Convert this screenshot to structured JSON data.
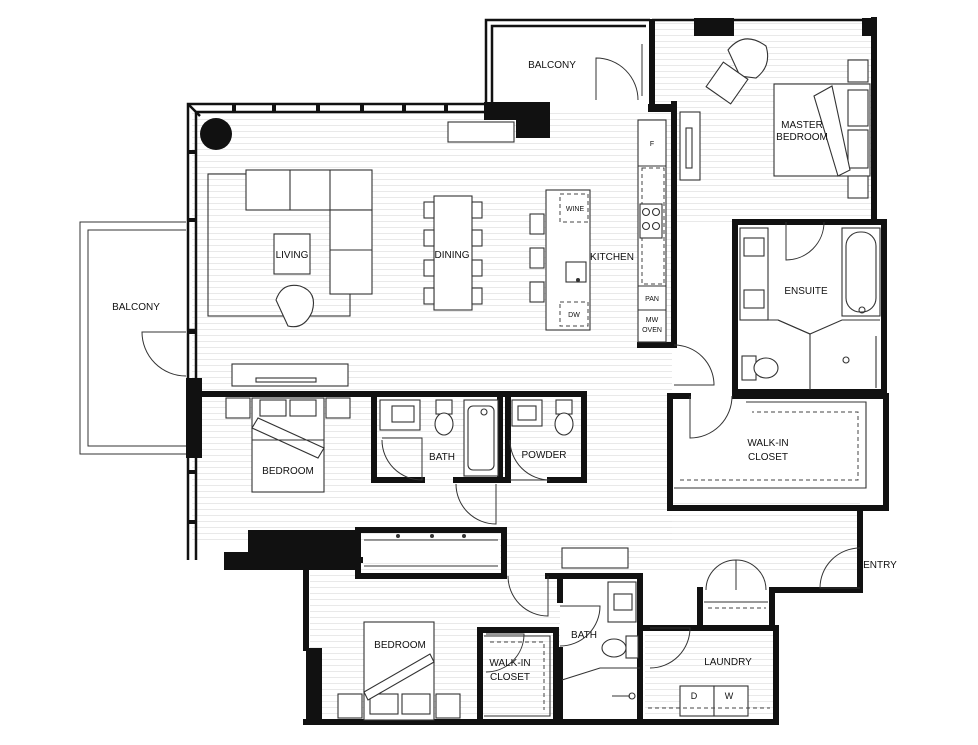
{
  "rooms": {
    "balcony_top": "BALCONY",
    "balcony_left": "BALCONY",
    "master_bedroom": [
      "MASTER",
      "BEDROOM"
    ],
    "ensuite": "ENSUITE",
    "walkin_closet_master": [
      "WALK-IN",
      "CLOSET"
    ],
    "living": "LIVING",
    "dining": "DINING",
    "kitchen": "KITCHEN",
    "bedroom_1": "BEDROOM",
    "bath_1": "BATH",
    "powder": "POWDER",
    "bedroom_2": "BEDROOM",
    "walkin_closet_2": [
      "WALK-IN",
      "CLOSET"
    ],
    "bath_2": "BATH",
    "laundry": "LAUNDRY",
    "entry": "ENTRY"
  },
  "fixtures": {
    "fridge": "F",
    "wine": "WINE",
    "dishwasher": "DW",
    "pantry": "PAN",
    "mw_oven": [
      "MW",
      "OVEN"
    ],
    "dryer": "D",
    "washer": "W"
  }
}
